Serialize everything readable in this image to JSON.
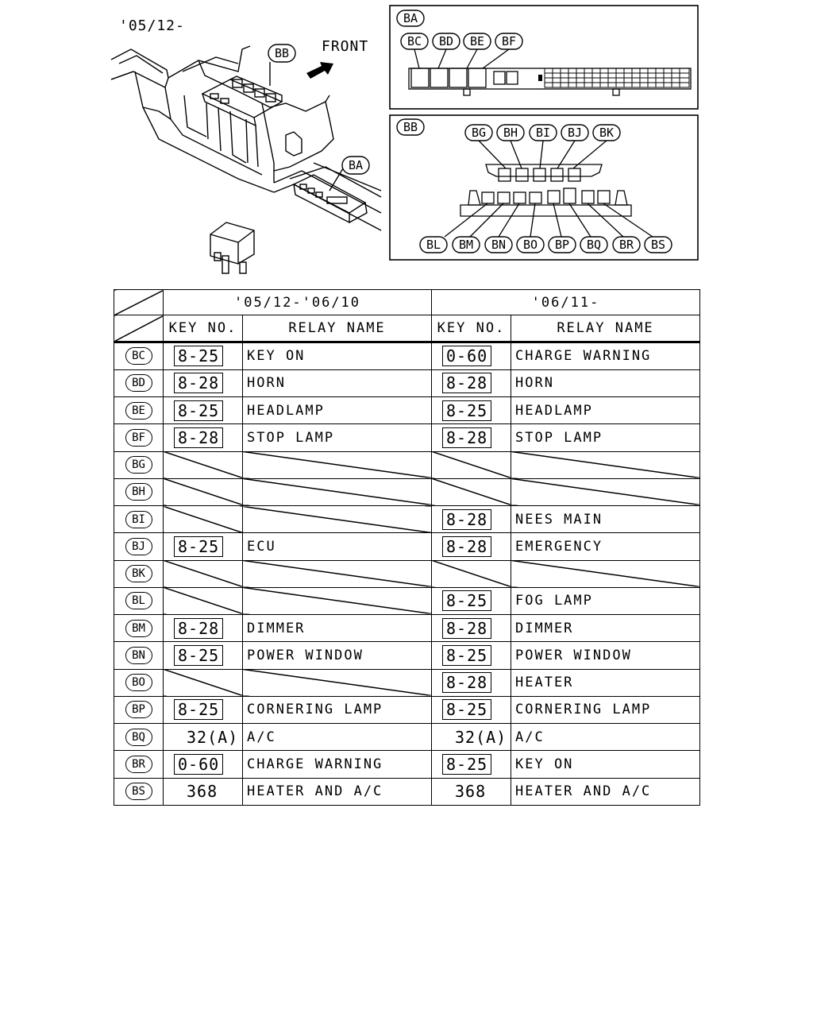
{
  "diagram": {
    "date_label": "'05/12-",
    "front_label": "FRONT",
    "callouts": {
      "bb": "BB",
      "ba": "BA"
    },
    "panel_ba": {
      "title": "BA",
      "labels": [
        "BC",
        "BD",
        "BE",
        "BF"
      ]
    },
    "panel_bb": {
      "title": "BB",
      "top_labels": [
        "BG",
        "BH",
        "BI",
        "BJ",
        "BK"
      ],
      "bottom_labels": [
        "BL",
        "BM",
        "BN",
        "BO",
        "BP",
        "BQ",
        "BR",
        "BS"
      ]
    }
  },
  "table": {
    "period_1": "'05/12-'06/10",
    "period_2": "'06/11-",
    "col_key_no": "KEY NO.",
    "col_relay_name": "RELAY NAME",
    "rows": [
      {
        "code": "BC",
        "k1": "8-25",
        "k1_boxed": true,
        "n1": "KEY ON",
        "k2": "0-60",
        "k2_boxed": true,
        "n2": "CHARGE WARNING"
      },
      {
        "code": "BD",
        "k1": "8-28",
        "k1_boxed": true,
        "n1": "HORN",
        "k2": "8-28",
        "k2_boxed": true,
        "n2": "HORN"
      },
      {
        "code": "BE",
        "k1": "8-25",
        "k1_boxed": true,
        "n1": "HEADLAMP",
        "k2": "8-25",
        "k2_boxed": true,
        "n2": "HEADLAMP"
      },
      {
        "code": "BF",
        "k1": "8-28",
        "k1_boxed": true,
        "n1": "STOP LAMP",
        "k2": "8-28",
        "k2_boxed": true,
        "n2": "STOP LAMP"
      },
      {
        "code": "BG",
        "k1": "",
        "k1_boxed": false,
        "n1": "",
        "k2": "",
        "k2_boxed": false,
        "n2": ""
      },
      {
        "code": "BH",
        "k1": "",
        "k1_boxed": false,
        "n1": "",
        "k2": "",
        "k2_boxed": false,
        "n2": ""
      },
      {
        "code": "BI",
        "k1": "",
        "k1_boxed": false,
        "n1": "",
        "k2": "8-28",
        "k2_boxed": true,
        "n2": "NEES MAIN"
      },
      {
        "code": "BJ",
        "k1": "8-25",
        "k1_boxed": true,
        "n1": "ECU",
        "k2": "8-28",
        "k2_boxed": true,
        "n2": "EMERGENCY"
      },
      {
        "code": "BK",
        "k1": "",
        "k1_boxed": false,
        "n1": "",
        "k2": "",
        "k2_boxed": false,
        "n2": ""
      },
      {
        "code": "BL",
        "k1": "",
        "k1_boxed": false,
        "n1": "",
        "k2": "8-25",
        "k2_boxed": true,
        "n2": "FOG LAMP"
      },
      {
        "code": "BM",
        "k1": "8-28",
        "k1_boxed": true,
        "n1": "DIMMER",
        "k2": "8-28",
        "k2_boxed": true,
        "n2": "DIMMER"
      },
      {
        "code": "BN",
        "k1": "8-25",
        "k1_boxed": true,
        "n1": "POWER WINDOW",
        "k2": "8-25",
        "k2_boxed": true,
        "n2": "POWER WINDOW"
      },
      {
        "code": "BO",
        "k1": "",
        "k1_boxed": false,
        "n1": "",
        "k2": "8-28",
        "k2_boxed": true,
        "n2": "HEATER"
      },
      {
        "code": "BP",
        "k1": "8-25",
        "k1_boxed": true,
        "n1": "CORNERING LAMP",
        "k2": "8-25",
        "k2_boxed": true,
        "n2": "CORNERING LAMP"
      },
      {
        "code": "BQ",
        "k1": "32(A)",
        "k1_boxed": false,
        "n1": "A/C",
        "k2": "32(A)",
        "k2_boxed": false,
        "n2": "A/C"
      },
      {
        "code": "BR",
        "k1": "0-60",
        "k1_boxed": true,
        "n1": "CHARGE WARNING",
        "k2": "8-25",
        "k2_boxed": true,
        "n2": "KEY ON"
      },
      {
        "code": "BS",
        "k1": "368",
        "k1_boxed": false,
        "n1": "HEATER AND A/C",
        "k2": "368",
        "k2_boxed": false,
        "n2": "HEATER AND A/C"
      }
    ]
  }
}
